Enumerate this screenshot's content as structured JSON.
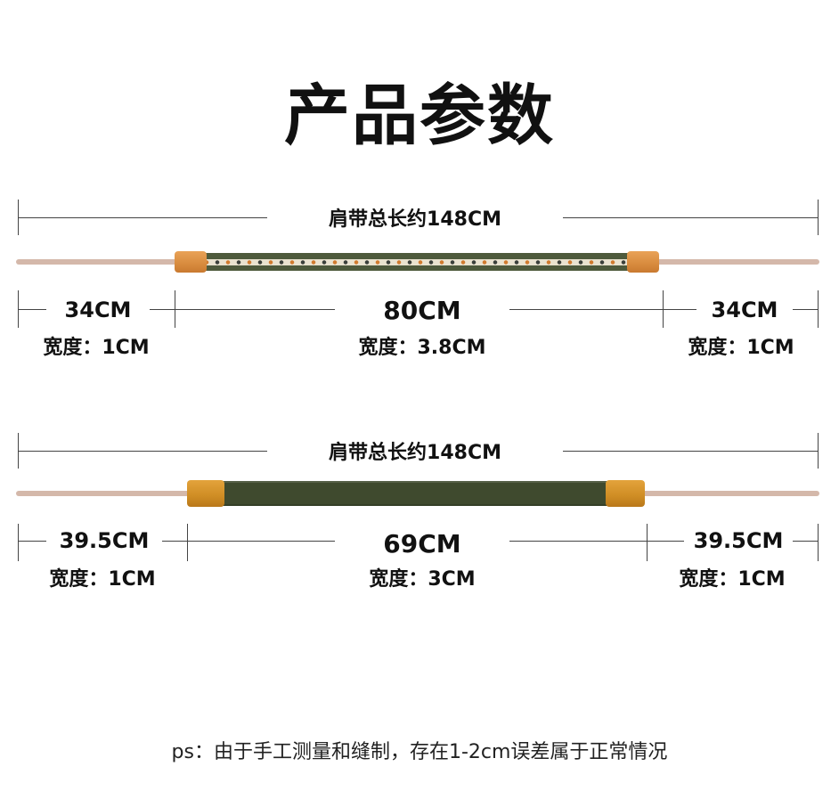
{
  "page_title": "产品参数",
  "strap1": {
    "total_length": "肩带总长约148CM",
    "left_length": "34CM",
    "middle_length": "80CM",
    "right_length": "34CM",
    "left_width": "宽度：1CM",
    "middle_width": "宽度：3.8CM",
    "right_width": "宽度：1CM",
    "band_style": "patterned"
  },
  "strap2": {
    "total_length": "肩带总长约148CM",
    "left_length": "39.5CM",
    "middle_length": "69CM",
    "right_length": "39.5CM",
    "left_width": "宽度：1CM",
    "middle_width": "宽度：3CM",
    "right_width": "宽度：1CM",
    "band_style": "plain"
  },
  "footnote": "ps：由于手工测量和缝制，存在1-2cm误差属于正常情况",
  "colors": {
    "cord": "#d4b8aa",
    "leather_tab": "#d88b3e",
    "band_green": "#4e5a3c",
    "plain_band_green": "#3f4a2e",
    "line": "#444444"
  }
}
